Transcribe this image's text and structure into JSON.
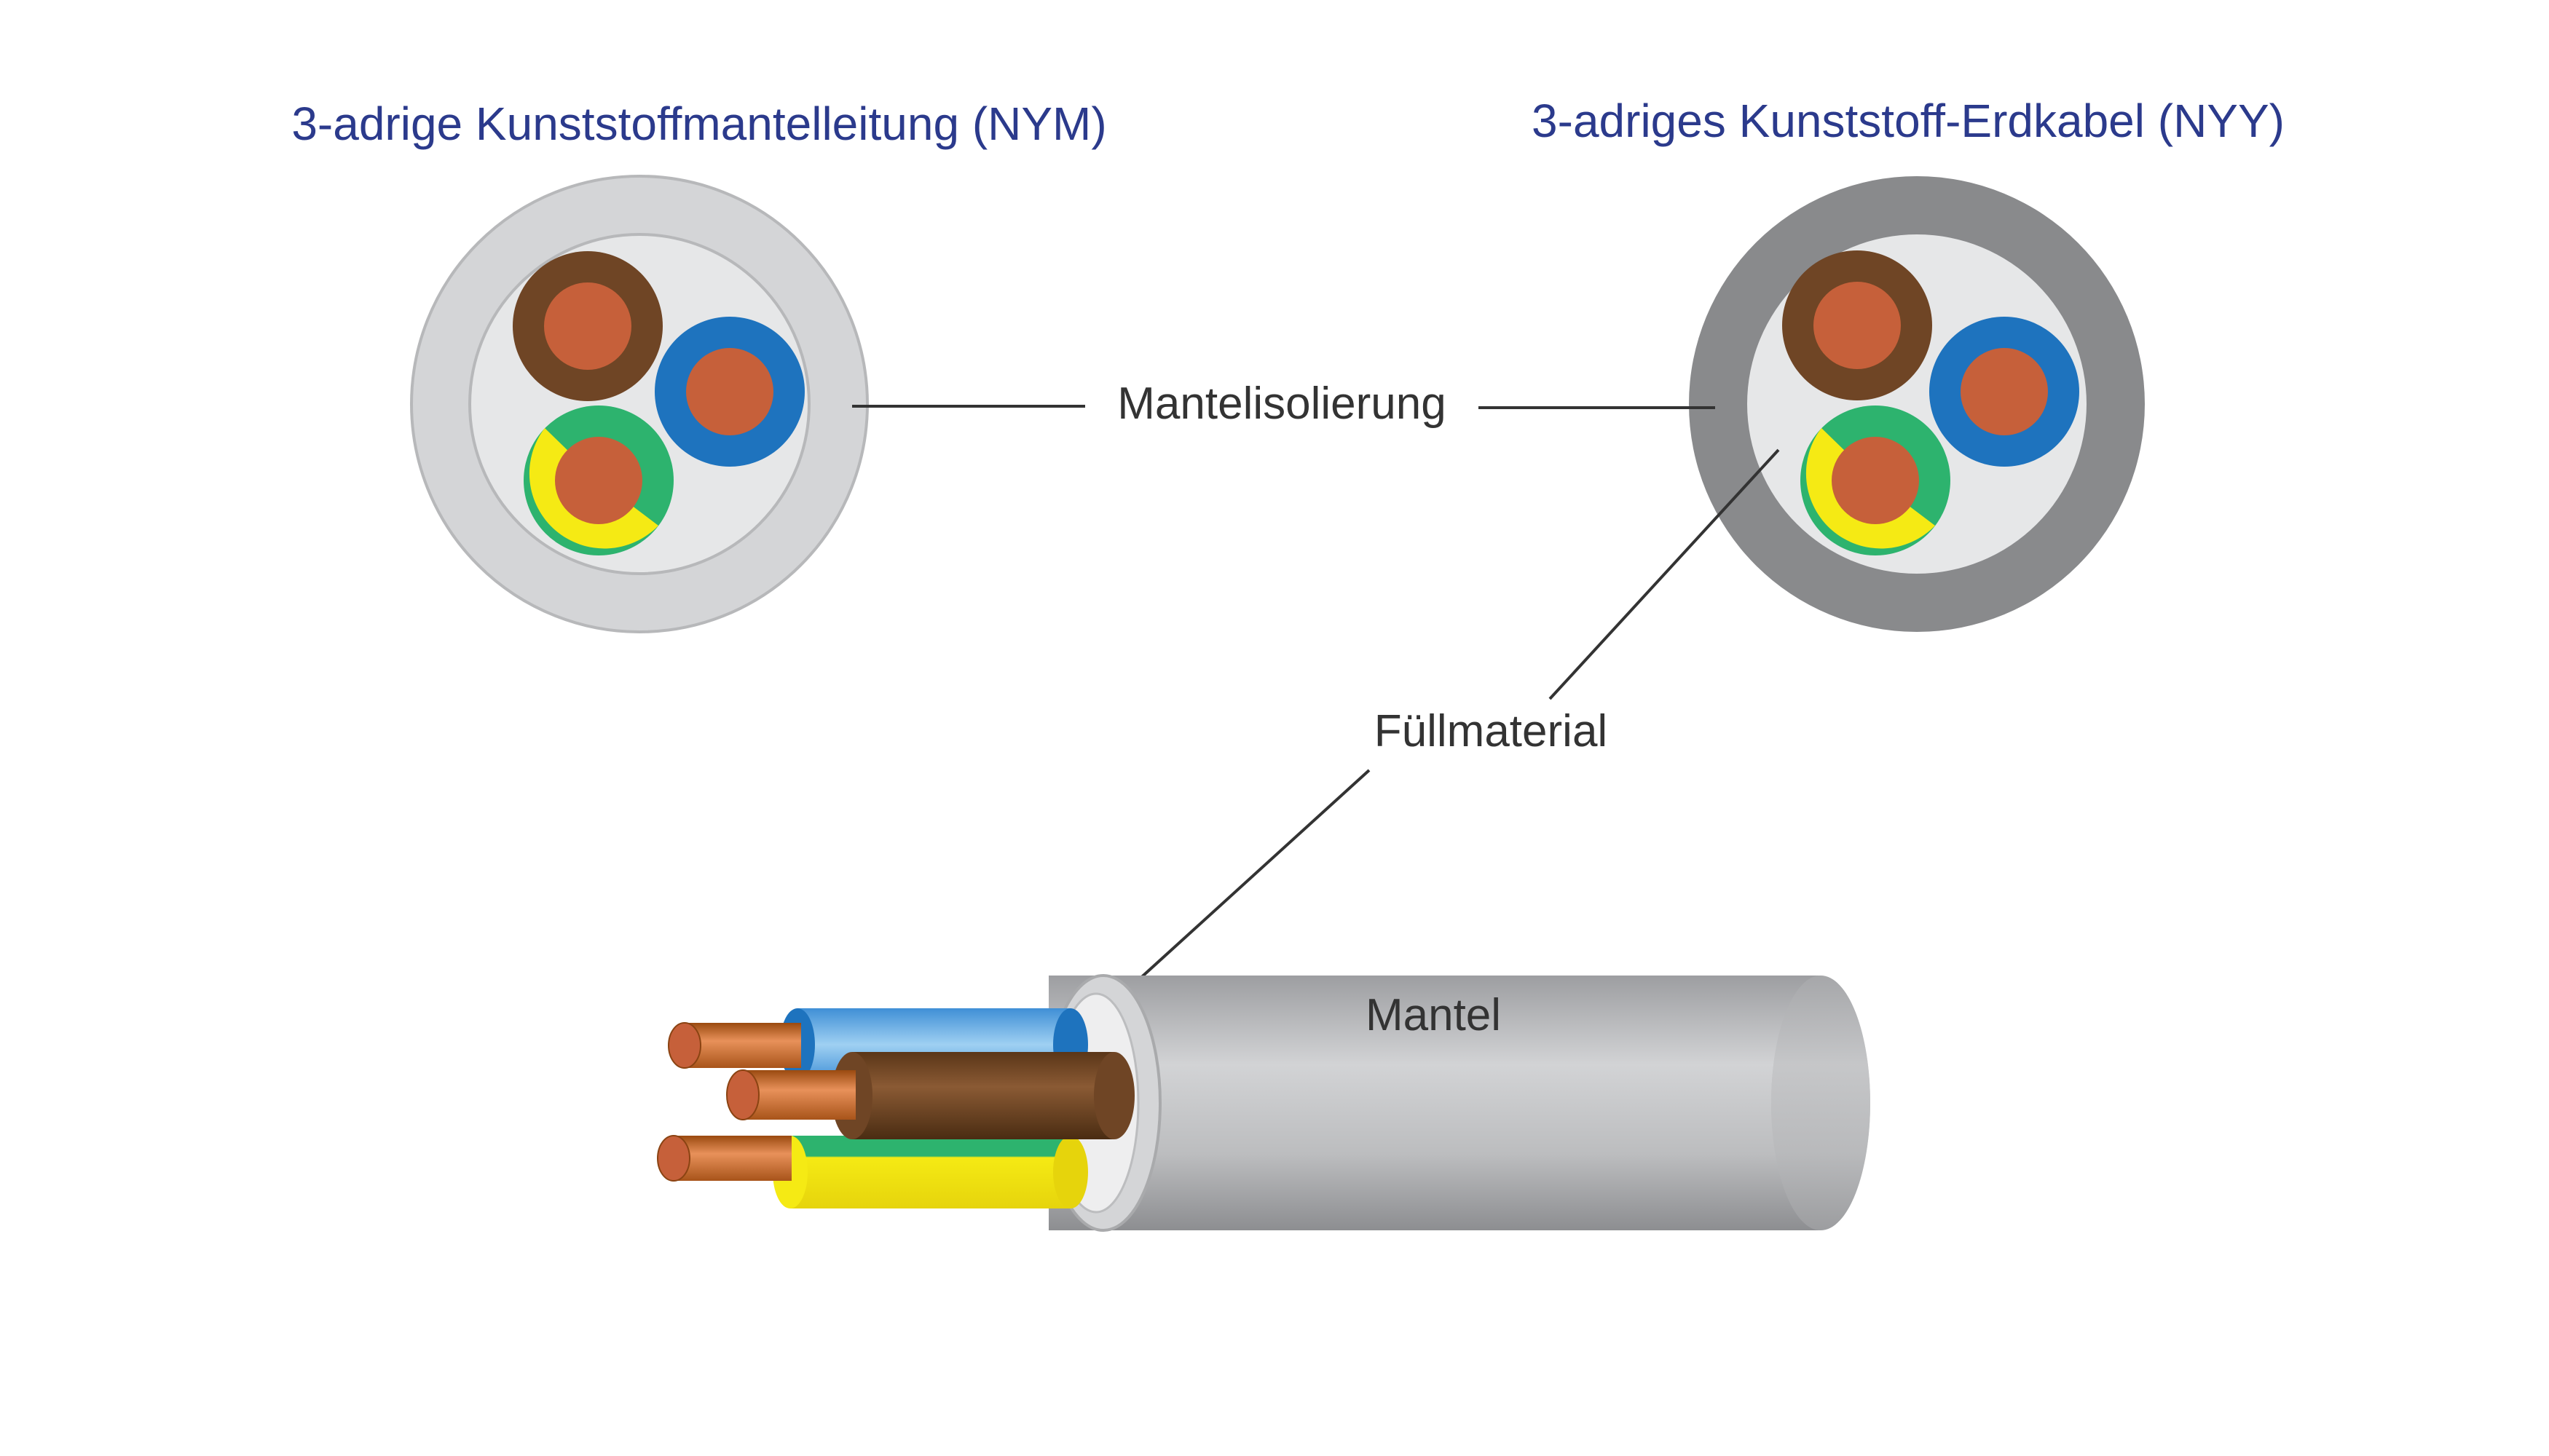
{
  "titles": {
    "nym": "3-adrige Kunststoffmantelleitung (NYM)",
    "nyy": "3-adriges Kunststoff-Erdkabel (NYY)"
  },
  "labels": {
    "mantelisolierung": "Mantelisolierung",
    "fuellmaterial": "Füllmaterial",
    "mantel": "Mantel"
  },
  "colors": {
    "title": "#2b3a8c",
    "label": "#333333",
    "nym_sheath": "#d4d5d7",
    "nyy_sheath": "#898a8c",
    "filler": "#e6e7e8",
    "copper": "#c6603a",
    "brown_insulation": "#6f4525",
    "blue_insulation": "#1e73be",
    "green_insulation": "#2db36e",
    "yellow_insulation": "#f5ea14",
    "cable_body": "#c4c5c7"
  },
  "icons": [
    "nym-cross-section-icon",
    "nyy-cross-section-icon",
    "cable-side-view-icon"
  ]
}
